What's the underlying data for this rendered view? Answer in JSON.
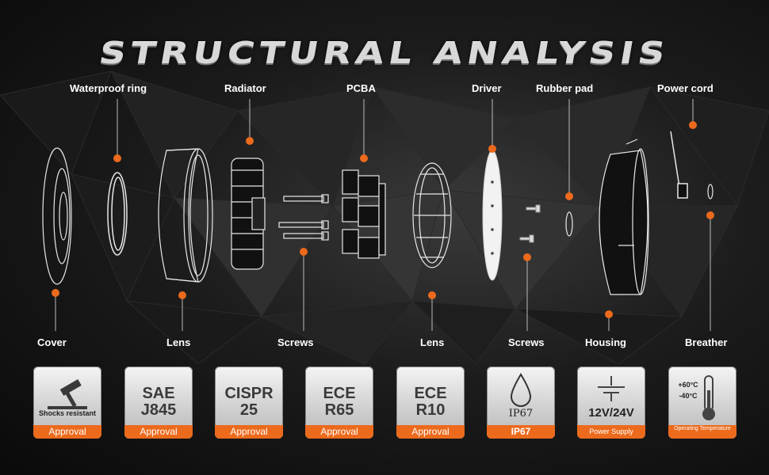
{
  "title": "STRUCTURAL ANALYSIS",
  "colors": {
    "accent": "#ec6a1c",
    "background": "#121212",
    "text": "#ffffff"
  },
  "top_labels": [
    "Waterproof ring",
    "Radiator",
    "PCBA",
    "Driver",
    "Rubber pad",
    "Power cord"
  ],
  "bottom_labels": [
    "Cover",
    "Lens",
    "Screws",
    "Lens",
    "Screws",
    "Housing",
    "Breather"
  ],
  "badges": [
    {
      "icon": "hammer-icon",
      "line1": "Shocks resistant",
      "line2": "",
      "strip": "Approval"
    },
    {
      "icon": "",
      "line1": "SAE",
      "line2": "J845",
      "strip": "Approval"
    },
    {
      "icon": "",
      "line1": "CISPR",
      "line2": "25",
      "strip": "Approval"
    },
    {
      "icon": "",
      "line1": "ECE",
      "line2": "R65",
      "strip": "Approval"
    },
    {
      "icon": "",
      "line1": "ECE",
      "line2": "R10",
      "strip": "Approval"
    },
    {
      "icon": "water-drop-icon",
      "line1": "IP67",
      "line2": "",
      "strip": "IP67"
    },
    {
      "icon": "power-icon",
      "line1": "12V/24V",
      "line2": "",
      "strip": "Power Supply"
    },
    {
      "icon": "thermometer-icon",
      "line1": "+60°C",
      "line2": "-40°C",
      "strip": "Operating Temperature"
    }
  ]
}
